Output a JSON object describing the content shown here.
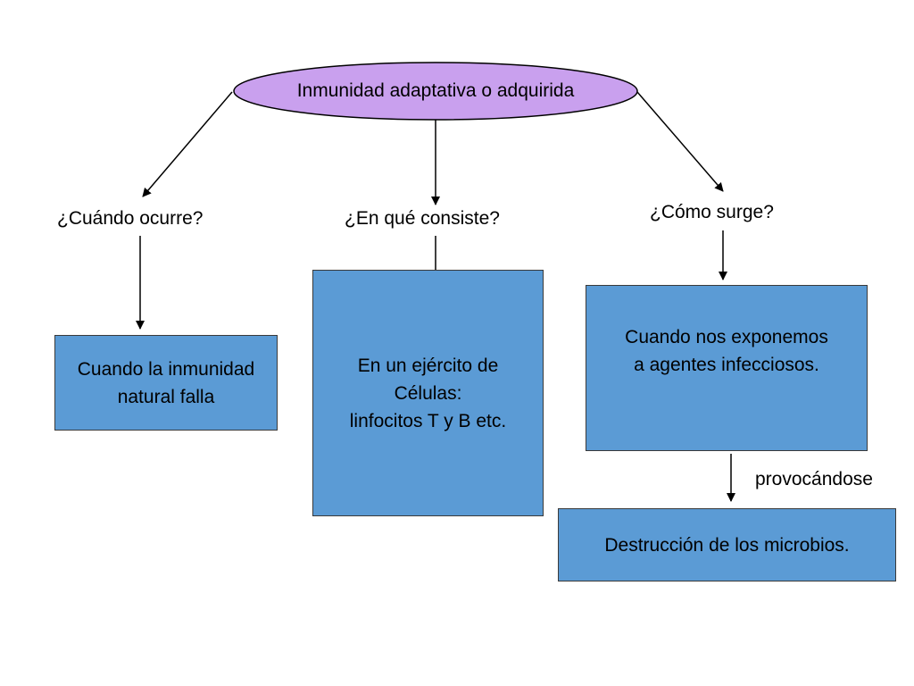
{
  "colors": {
    "root_fill": "#c9a0ee",
    "box_fill": "#5b9bd5",
    "stroke": "#000000"
  },
  "root": {
    "label": "Inmunidad adaptativa o adquirida"
  },
  "questions": {
    "when": "¿Cuándo ocurre?",
    "what": "¿En qué consiste?",
    "how": "¿Cómo surge?"
  },
  "boxes": {
    "when_answer": "Cuando la inmunidad\nnatural falla",
    "what_answer": "En un ejército de\nCélulas:\nlinfocitos T y B etc.",
    "how_answer": "Cuando nos exponemos\na agentes infecciosos.",
    "result": "Destrucción de los  microbios."
  },
  "link_label": "provocándose"
}
